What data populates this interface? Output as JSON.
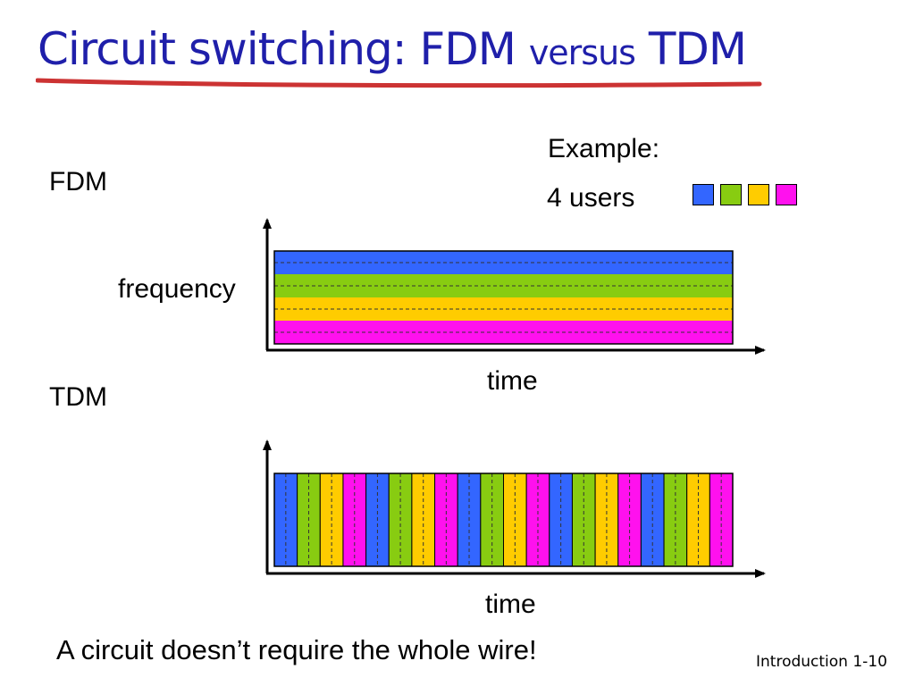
{
  "title": {
    "main": "Circuit switching: FDM ",
    "versus": "versus",
    "tail": " TDM"
  },
  "example": {
    "heading": "Example:",
    "users_label": "4 users"
  },
  "fdm": {
    "label": "FDM",
    "y_label": "frequency",
    "x_label": "time"
  },
  "tdm": {
    "label": "TDM",
    "x_label": "time",
    "slot_count": 20
  },
  "caption": "A circuit doesn’t require the whole wire!",
  "footer": "Introduction 1-10",
  "colors": {
    "users": [
      "#3366ff",
      "#88cc11",
      "#ffcc00",
      "#ff11ee"
    ],
    "title": "#1f1faa",
    "underline": "#cc3333"
  }
}
